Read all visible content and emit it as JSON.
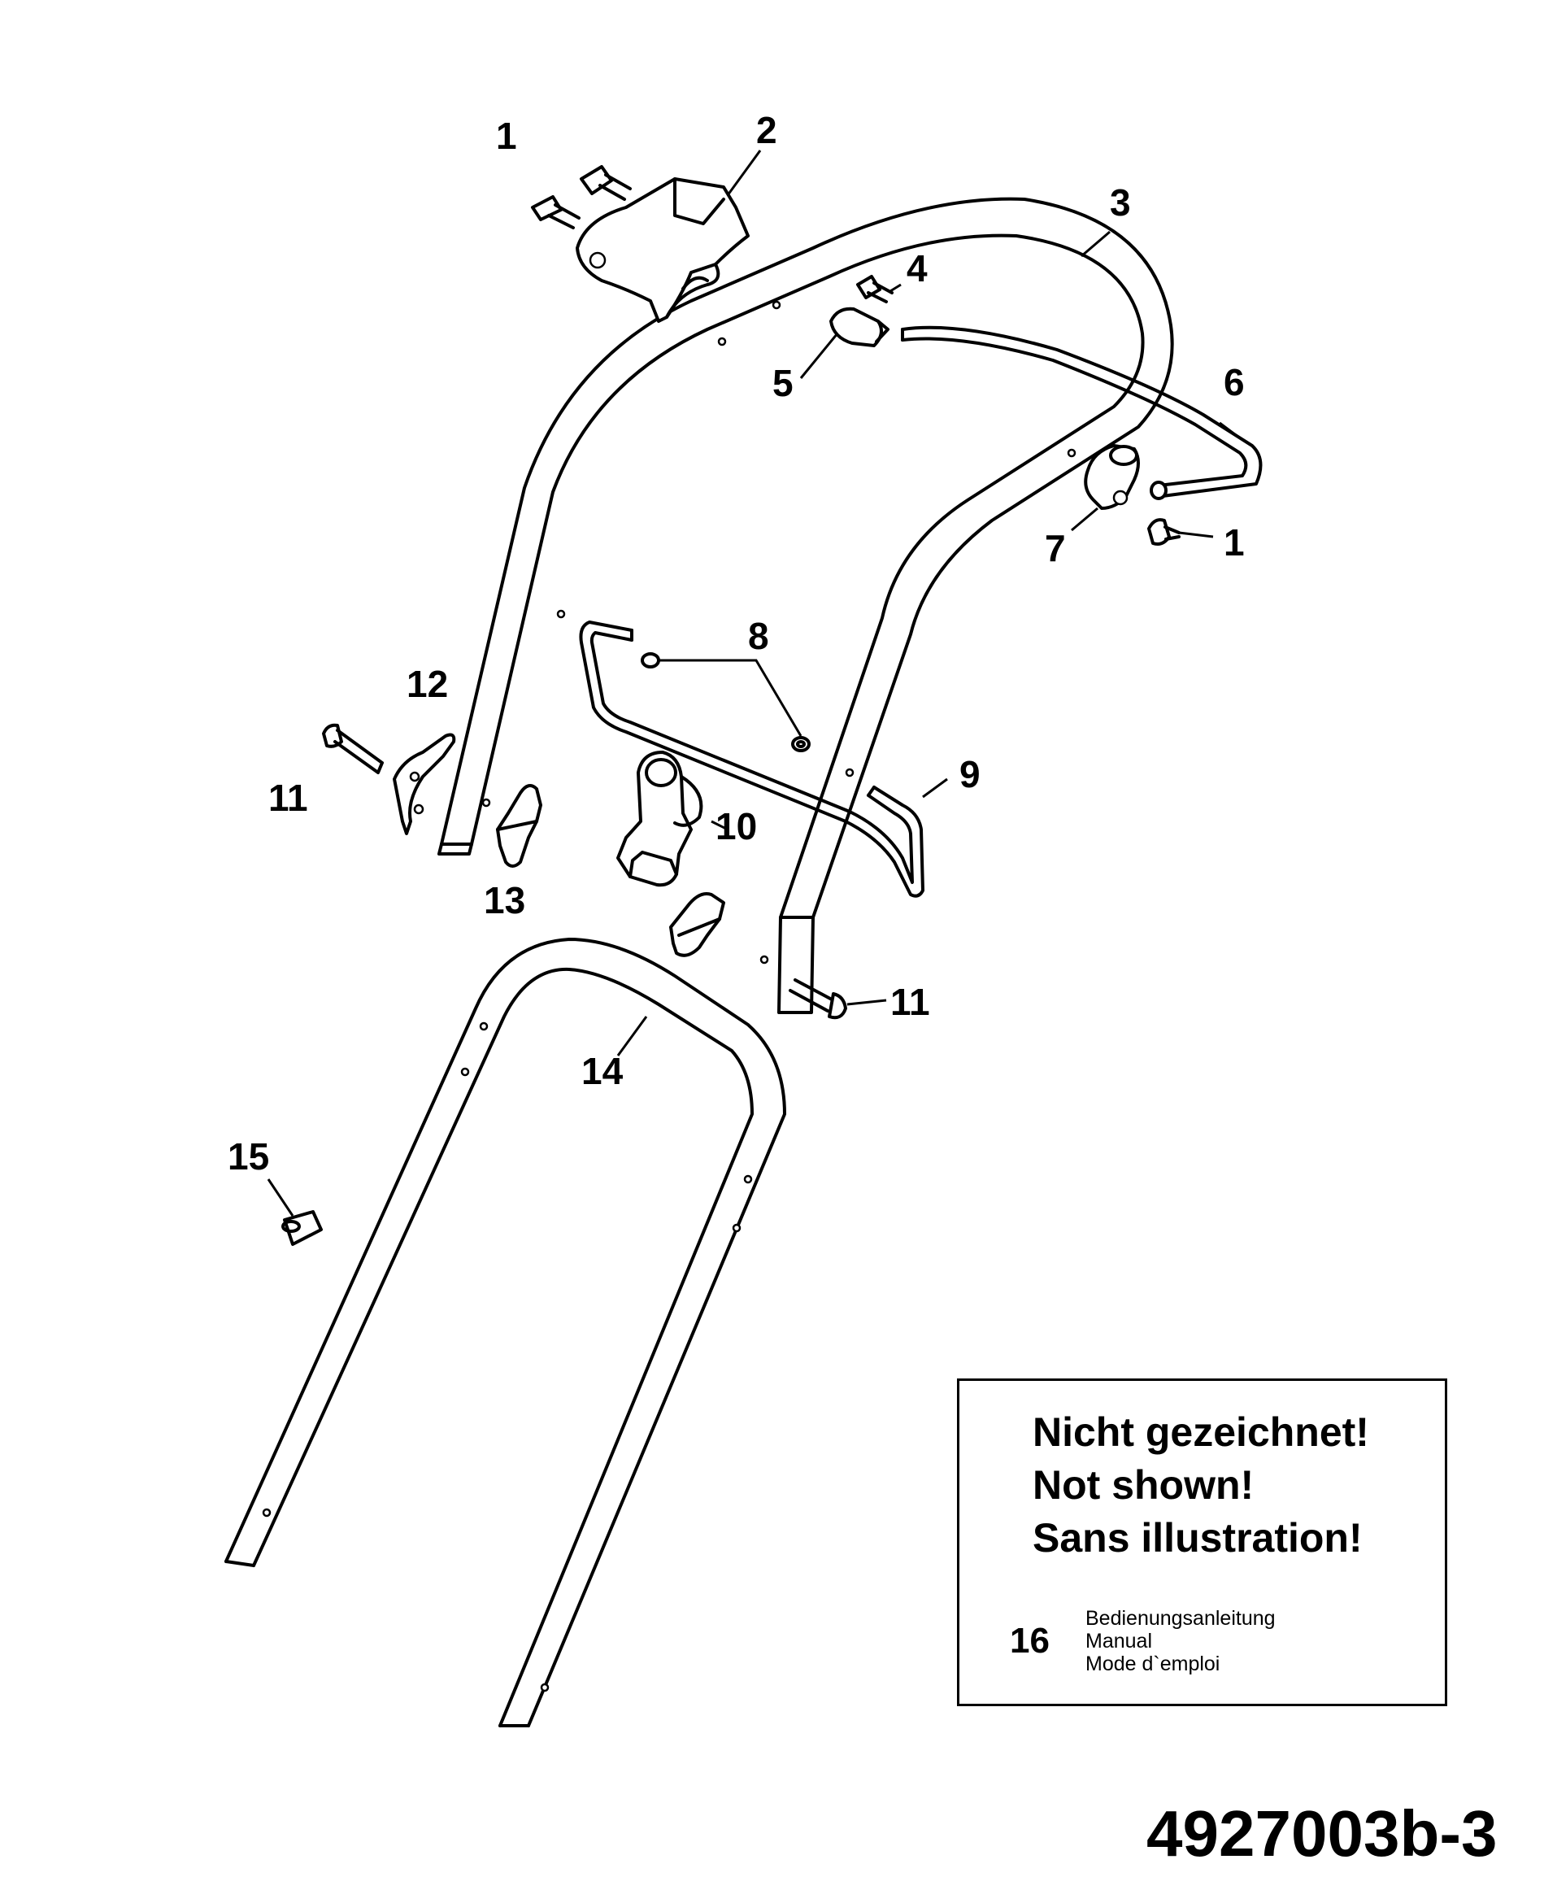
{
  "callouts": {
    "c1a": "1",
    "c2": "2",
    "c3": "3",
    "c4": "4",
    "c5": "5",
    "c6": "6",
    "c7": "7",
    "c1b": "1",
    "c8": "8",
    "c9": "9",
    "c10": "10",
    "c11a": "11",
    "c12": "12",
    "c13": "13",
    "c11b": "11",
    "c14": "14",
    "c15": "15"
  },
  "not_shown": {
    "heading_de": "Nicht gezeichnet!",
    "heading_en": "Not shown!",
    "heading_fr": "Sans illustration!",
    "item_number": "16",
    "item_name_de": "Bedienungsanleitung",
    "item_name_en": "Manual",
    "item_name_fr": "Mode d`emploi"
  },
  "drawing_number": "4927003b-3"
}
